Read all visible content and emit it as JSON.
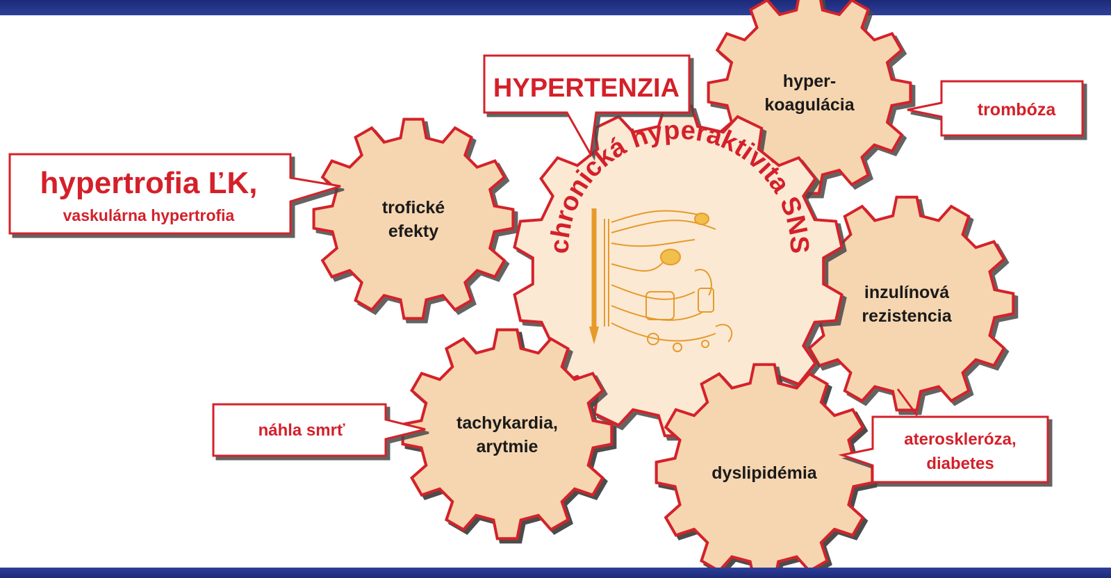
{
  "colors": {
    "gear_fill": "#f6d6b0",
    "gear_stroke": "#d4202a",
    "center_fill": "#fbe9d4",
    "callout_text": "#d4202a",
    "gear_text": "#1a1a1a",
    "bar": "#24358a"
  },
  "center_gear": {
    "label": "chronická hyperaktivita SNS"
  },
  "gears": [
    {
      "id": "trophic",
      "lines": [
        "trofické",
        "efekty"
      ]
    },
    {
      "id": "hypercoag",
      "lines": [
        "hyper-",
        "koagulácia"
      ]
    },
    {
      "id": "insulin",
      "lines": [
        "inzulínová",
        "rezistencia"
      ]
    },
    {
      "id": "tachy",
      "lines": [
        "tachykardia,",
        "arytmie"
      ]
    },
    {
      "id": "dyslip",
      "lines": [
        "dyslipidémia"
      ]
    }
  ],
  "callouts": {
    "hypertension": "HYPERTENZIA",
    "lvh_title": "hypertrofia ĽK,",
    "lvh_sub": "vaskulárna hypertrofia",
    "thrombosis": "trombóza",
    "sudden_death": "náhla smrť",
    "athero_line1": "ateroskleróza,",
    "athero_line2": "diabetes"
  }
}
